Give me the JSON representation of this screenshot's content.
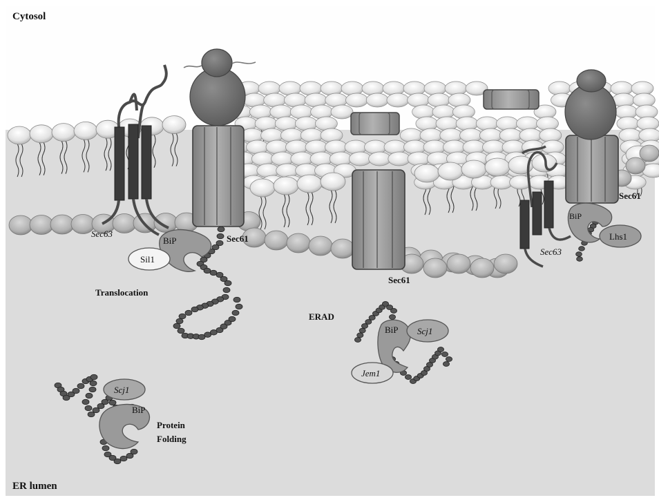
{
  "regions": {
    "cytosol": "Cytosol",
    "lumen": "ER lumen"
  },
  "labels": {
    "sec63_left": "Sec63",
    "sec61_left": "Sec61",
    "bip_translocation": "BiP",
    "sil1": "Sil1",
    "translocation": "Translocation",
    "sec61_middle": "Sec61",
    "erad": "ERAD",
    "bip_erad": "BiP",
    "scj1_erad": "Scj1",
    "jem1": "Jem1",
    "sec61_right": "Sec61",
    "bip_right": "BiP",
    "lhs1": "Lhs1",
    "sec63_right": "Sec63",
    "scj1_folding": "Scj1",
    "bip_folding": "BiP",
    "folding_line1": "Protein",
    "folding_line2": "Folding"
  },
  "colors": {
    "cytosol": "#fefefe",
    "lumen": "#dcdcdc",
    "lipid_head": "#efefef",
    "lipid_head_dark": "#bdbdbd",
    "channel": "#9a9a9a",
    "ribosome": "#6a6a6a",
    "chain_bead": "#555555",
    "sec63_helix": "#3a3a3a"
  }
}
